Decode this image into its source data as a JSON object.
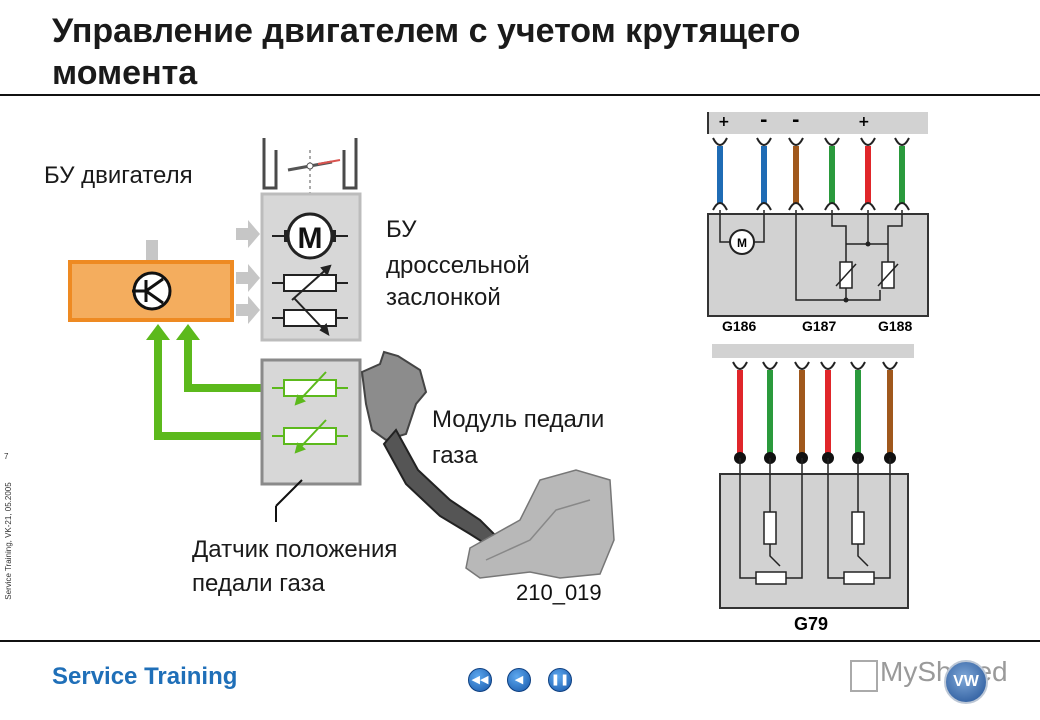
{
  "slide": {
    "title": "Управление двигателем с учетом крутящего момента",
    "side_meta": "Service Training, VK-21, 05.2005",
    "page_number": "7"
  },
  "labels": {
    "engine_ecu": "БУ двигателя",
    "throttle_ecu_line1": "БУ",
    "throttle_ecu_line2": "дроссельной",
    "throttle_ecu_line3": "заслонкой",
    "pedal_module_line1": "Модуль педали",
    "pedal_module_line2": "газа",
    "pedal_sensor_line1": "Датчик положения",
    "pedal_sensor_line2": "педали газа",
    "figure_code": "210_019",
    "motor_letter": "M"
  },
  "wiring_top": {
    "polarity": [
      "+",
      "-",
      "-",
      "+"
    ],
    "components": [
      "G186",
      "G187",
      "G188"
    ],
    "wire_colors": [
      "#1f6cb5",
      "#1f6cb5",
      "#a0581c",
      "#2a9a3c",
      "#e0262a",
      "#2a9a3c"
    ]
  },
  "wiring_bottom": {
    "component": "G79",
    "wire_colors": [
      "#e0262a",
      "#2a9a3c",
      "#a0581c",
      "#e0262a",
      "#2a9a3c",
      "#a0581c"
    ]
  },
  "footer": {
    "brand": "Service Training",
    "watermark": "MyShared",
    "vw_logo_text": "VW"
  },
  "colors": {
    "ecu_orange": "#f4ad5e",
    "ecu_border": "#ee8a22",
    "signal_green": "#5cb91c",
    "arrow_gray": "#c6c6c6",
    "panel_gray": "#d7d7d7"
  }
}
